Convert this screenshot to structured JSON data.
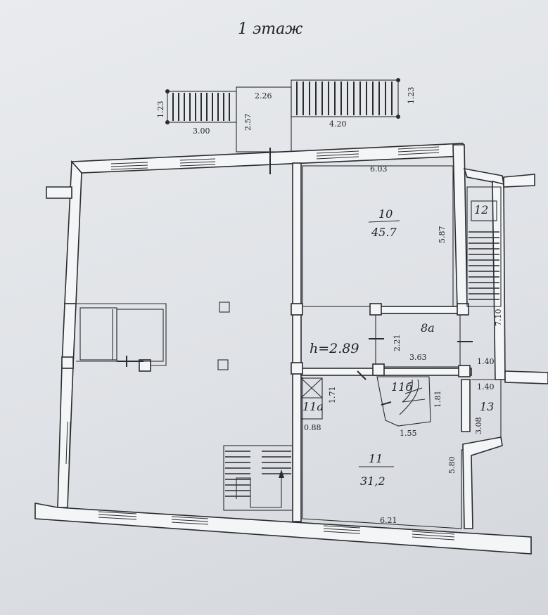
{
  "title": "1 этаж",
  "ceiling_height": "h=2.89",
  "rooms": {
    "r10_num": "10",
    "r10_area": "45.7",
    "r8a": "8а",
    "r11_num": "11",
    "r11_area": "31,2",
    "r11a": "11а",
    "r11b": "11б",
    "r12": "12",
    "r13": "13"
  },
  "dimensions": {
    "porch_left_h": "1.23",
    "porch_right_h": "1.23",
    "porch_mid_w": "2.26",
    "porch_mid_d": "2.57",
    "porch_left_w": "3.00",
    "porch_right_w": "4.20",
    "r10_w": "6.03",
    "r10_h": "5.87",
    "r8a_h": "2.21",
    "r8a_w": "3.63",
    "r12_h": "7.10",
    "r12_w1": "1.40",
    "r12_w2": "1.40",
    "r11a_h": "1.71",
    "r11a_w": "0.88",
    "r11b_h": "1.81",
    "r11b_w": "1.55",
    "r13_h": "3.08",
    "r11_h": "5.80",
    "r11_w": "6.21"
  }
}
